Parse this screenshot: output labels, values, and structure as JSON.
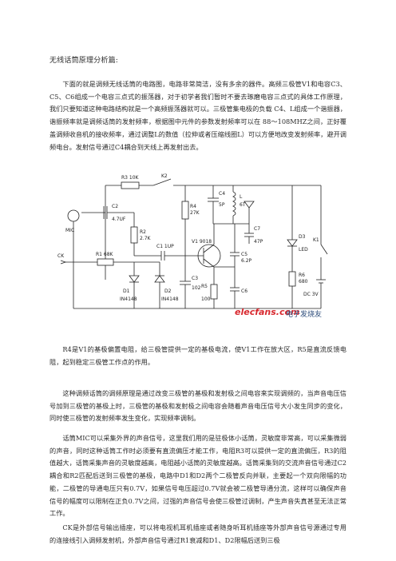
{
  "title": "无线话筒原理分析篇:",
  "paragraphs": [
    "下面的就是调频无线话筒的电路图，电路非常简洁，没有多余的器件。高频三极管V1和电容C3、C5、C6组成一个电容三点式的振荡器，对于初学者我们暂时不要去琢磨电容三点式的具体工作原理，我们只要知道这种电路结构就是一个高频振荡器就可以。三极管集电极的负载 C4、L组成一个谐振器，谐振频率就是调频话筒的发射频率，根据图中元件的参数发射频率可以在 88～108MHZ之间，正好覆盖调频收音机的接收频率，通过调整L的数值（拉伸或者压缩线圈L）可以方便地改变发射频率，避开调频电台。发射信号通过C4耦合到天线上再发射出去。",
    "R4是V1的基极偏置电阻，给三极管提供一定的基极电流，使V1工作在放大区，R5是直流反馈电阻，起到稳定三极管工作点的作用。",
    "这种调频话筒的调频原理是通过改变三极管的基极和发射极之间电容来实现调频的，当声音电压信号加到三极管的基极上时，三极管的基极和发射极之间电容会随着声音电压信号大小发生同步的变化，同时使三极管的发射频率发生变化，实现频率调制。",
    "话筒MIC可以采集外界的声音信号，这里我们用的是驻极体小话筒，灵敏度非常高，可以采集微弱的声音，同时这种话筒工作时必须要有直流偏压才能工作，电阻R3可以提供一定的直流偏压，R3的阻值越大，话筒采集声音的灵敏度越高，电阻越小话筒的灵敏度越高。话筒采集到的交流声音信号通过C2耦合和R2匹配后送到三极管的基极，电路中D1和D2两个二极管反向并联，主要起一个双向限幅的功能，二极管的导通电压只有0.7V，如果信号电压超过0.7V就会被二极管导通分流，这样可以确保声音信号的幅度可以限制在正负0.7V之间，过强的声音信号会使三极管过调制，产生声音失真甚至无法正常工作。",
    "CK是外部信号输出插座，可以将电视机耳机插座或者随身听耳机插座等外部声音信号源通过专用的连接线引入调频发射机，外部声音信号通过R1衰减和D1、D2限幅后送到三极"
  ],
  "schematic": {
    "components": [
      "R3 10K",
      "K2",
      "C2 4.7UF",
      "MIC",
      "R2 2.7K",
      "R4 27K",
      "C4 5P",
      "L 6T",
      "C7 47P",
      "V1 9018",
      "C1 1UP",
      "R1 68K",
      "CK",
      "D1 IN4148",
      "D2 IN4148",
      "C3 102",
      "C5 6.2P",
      "R5 100",
      "C6",
      "D3 LED",
      "R6 680",
      "K1",
      "DC 3V"
    ],
    "watermark": "elecfans.com",
    "watermark_cn": "电子发烧友"
  }
}
